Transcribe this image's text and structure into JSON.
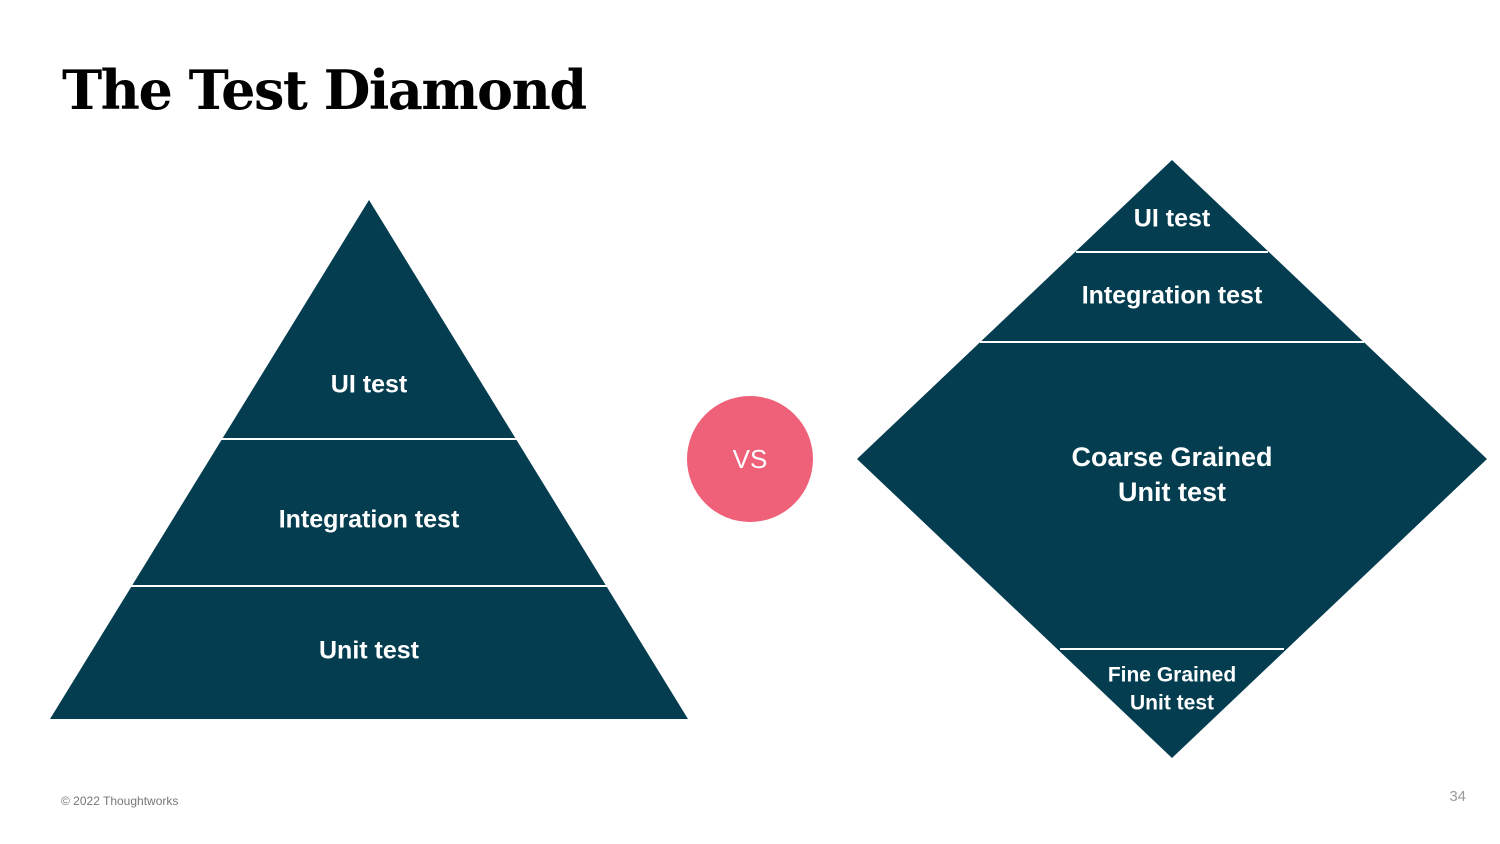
{
  "slide": {
    "title": "The Test Diamond",
    "footer": "© 2022 Thoughtworks",
    "page_number": "34"
  },
  "colors": {
    "shape_fill": "#033d4f",
    "divider": "#ffffff",
    "vs_circle": "#ee6178",
    "label_text": "#ffffff"
  },
  "pyramid": {
    "layers": [
      {
        "label": "UI test"
      },
      {
        "label": "Integration test"
      },
      {
        "label": "Unit test"
      }
    ]
  },
  "vs": {
    "label": "VS"
  },
  "diamond": {
    "layers": [
      {
        "label": "UI test"
      },
      {
        "label": "Integration test"
      },
      {
        "label_line1": "Coarse Grained",
        "label_line2": "Unit test"
      },
      {
        "label_line1": "Fine Grained",
        "label_line2": "Unit test"
      }
    ]
  }
}
